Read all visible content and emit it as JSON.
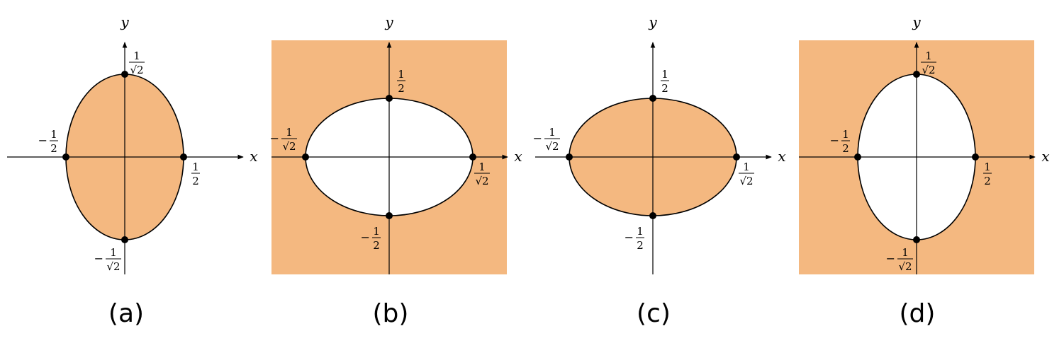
{
  "panels": [
    {
      "caption": "(a)",
      "x_axis_label": "x",
      "y_axis_label": "y",
      "shaded_region": "inside ellipse",
      "fill_color": "#f4b880",
      "points": {
        "top": {
          "sign": "",
          "num": "1",
          "den": "√2"
        },
        "bottom": {
          "sign": "−",
          "num": "1",
          "den": "√2"
        },
        "left": {
          "sign": "−",
          "num": "1",
          "den": "2"
        },
        "right": {
          "sign": "",
          "num": "1",
          "den": "2"
        }
      }
    },
    {
      "caption": "(b)",
      "x_axis_label": "x",
      "y_axis_label": "y",
      "shaded_region": "outside ellipse",
      "fill_color": "#f4b880",
      "points": {
        "top": {
          "sign": "",
          "num": "1",
          "den": "2"
        },
        "bottom": {
          "sign": "−",
          "num": "1",
          "den": "2"
        },
        "left": {
          "sign": "−",
          "num": "1",
          "den": "√2"
        },
        "right": {
          "sign": "",
          "num": "1",
          "den": "√2"
        }
      }
    },
    {
      "caption": "(c)",
      "x_axis_label": "x",
      "y_axis_label": "y",
      "shaded_region": "inside ellipse",
      "fill_color": "#f4b880",
      "points": {
        "top": {
          "sign": "",
          "num": "1",
          "den": "2"
        },
        "bottom": {
          "sign": "−",
          "num": "1",
          "den": "2"
        },
        "left": {
          "sign": "−",
          "num": "1",
          "den": "√2"
        },
        "right": {
          "sign": "",
          "num": "1",
          "den": "√2"
        }
      }
    },
    {
      "caption": "(d)",
      "x_axis_label": "x",
      "y_axis_label": "y",
      "shaded_region": "outside ellipse",
      "fill_color": "#f4b880",
      "points": {
        "top": {
          "sign": "",
          "num": "1",
          "den": "√2"
        },
        "bottom": {
          "sign": "−",
          "num": "1",
          "den": "√2"
        },
        "left": {
          "sign": "−",
          "num": "1",
          "den": "2"
        },
        "right": {
          "sign": "",
          "num": "1",
          "den": "2"
        }
      }
    }
  ]
}
